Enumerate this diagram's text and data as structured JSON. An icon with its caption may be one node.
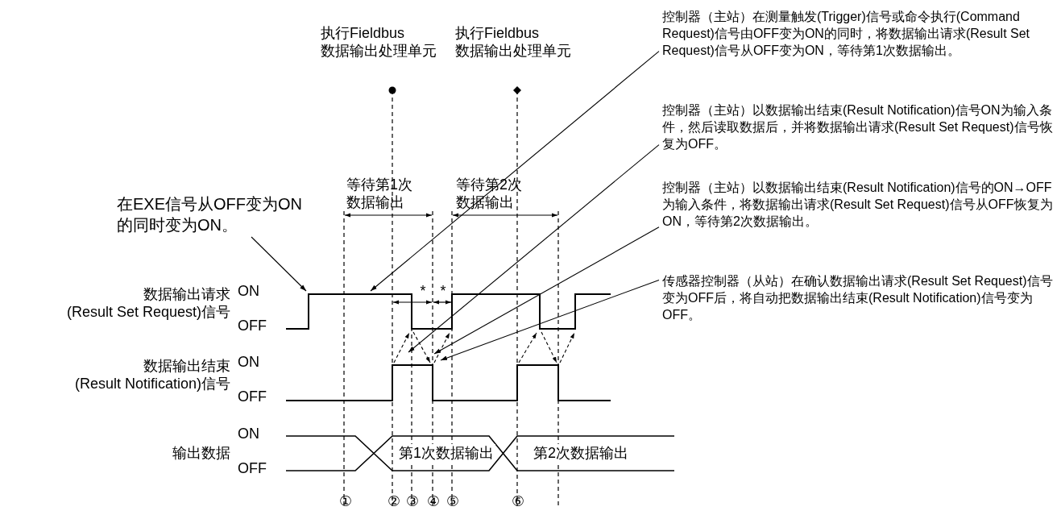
{
  "diagram": {
    "nodes": [
      {
        "text": [
          "在EXE信号从OFF变为ON的同时变为ON。"
        ]
      },
      {
        "text": [
          "控制器（主站）在测量触发(Trigger)信号或命令执行(Command Request)信号由OFF变为ON的同时，将数据输出请求(Result Set Request)信号从OFF变为ON，等待第1次数据输出。"
        ]
      },
      {
        "text": [
          "控制器（主站）以数据输出结束(Result Notification)信号ON为输入条件，然后读取数据后，并将数据输出请求(Result Set Request)信号恢复为OFF。"
        ]
      },
      {
        "text": [
          "控制器（主站）以数据输出结束(Result Notification)信号的ON→OFF为输入条件，将数据输出请求(Result Set Request)信号从OFF恢复为ON，等待第2次数据输出。"
        ]
      },
      {
        "text": [
          "传感器控制器（从站）在确认数据输出请求(Result Set Request)信号变为OFF后，将自动把数据输出结束(Result Notification)信号变为OFF。"
        ]
      }
    ],
    "edges": [
      {
        "from": 0,
        "to": null,
        "arrow": "to"
      },
      {
        "from": 1,
        "to": null,
        "arrow": "to"
      },
      {
        "from": 2,
        "to": null,
        "arrow": "to"
      },
      {
        "from": 3,
        "to": null,
        "arrow": "to"
      },
      {
        "from": 4,
        "to": null,
        "arrow": "to"
      }
    ],
    "labels": [
      "执行Fieldbus数据输出处理单元",
      "执行Fieldbus数据输出处理单元",
      "等待第1次数据输出",
      "等待第2次数据输出",
      "*",
      "*",
      "数据输出请求(Result Set Request)信号",
      "ON",
      "OFF",
      "数据输出结束(Result Notification)信号",
      "ON",
      "OFF",
      "输出数据",
      "ON",
      "OFF",
      "第1次数据输出",
      "第2次数据输出",
      "①",
      "②",
      "③",
      "④",
      "⑤",
      "⑥"
    ]
  }
}
